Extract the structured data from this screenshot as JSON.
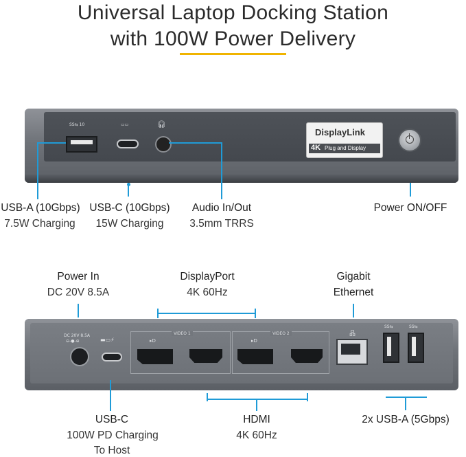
{
  "header": {
    "title_line1": "Universal Laptop Docking Station",
    "title_line2": "with 100W Power Delivery",
    "accent_color": "#f0b400"
  },
  "front": {
    "badge": {
      "brand": "DisplayLink",
      "res": "4K",
      "tag": "Plug and Display"
    },
    "callouts": [
      {
        "label": "USB-A (10Gbps)",
        "sub": "7.5W Charging"
      },
      {
        "label": "USB-C (10Gbps)",
        "sub": "15W Charging"
      },
      {
        "label": "Audio In/Out",
        "sub": "3.5mm TRRS"
      },
      {
        "label": "Power ON/OFF",
        "sub": ""
      }
    ]
  },
  "rear": {
    "silk_power": "DC 20V 8.5A",
    "silk_video1": "VIDEO 1",
    "silk_video2": "VIDEO 2",
    "callouts": {
      "power_in": {
        "label": "Power In",
        "sub": "DC 20V 8.5A"
      },
      "displayport": {
        "label": "DisplayPort",
        "sub": "4K 60Hz"
      },
      "ethernet": {
        "label": "Gigabit",
        "sub": "Ethernet"
      },
      "usbc": {
        "label": "USB-C",
        "sub": "100W PD Charging",
        "sub2": "To Host"
      },
      "hdmi": {
        "label": "HDMI",
        "sub": "4K 60Hz"
      },
      "usba": {
        "label": "2x USB-A (5Gbps)"
      }
    }
  },
  "colors": {
    "callout_line": "#1f9bd7",
    "chassis": "#6f7379"
  }
}
